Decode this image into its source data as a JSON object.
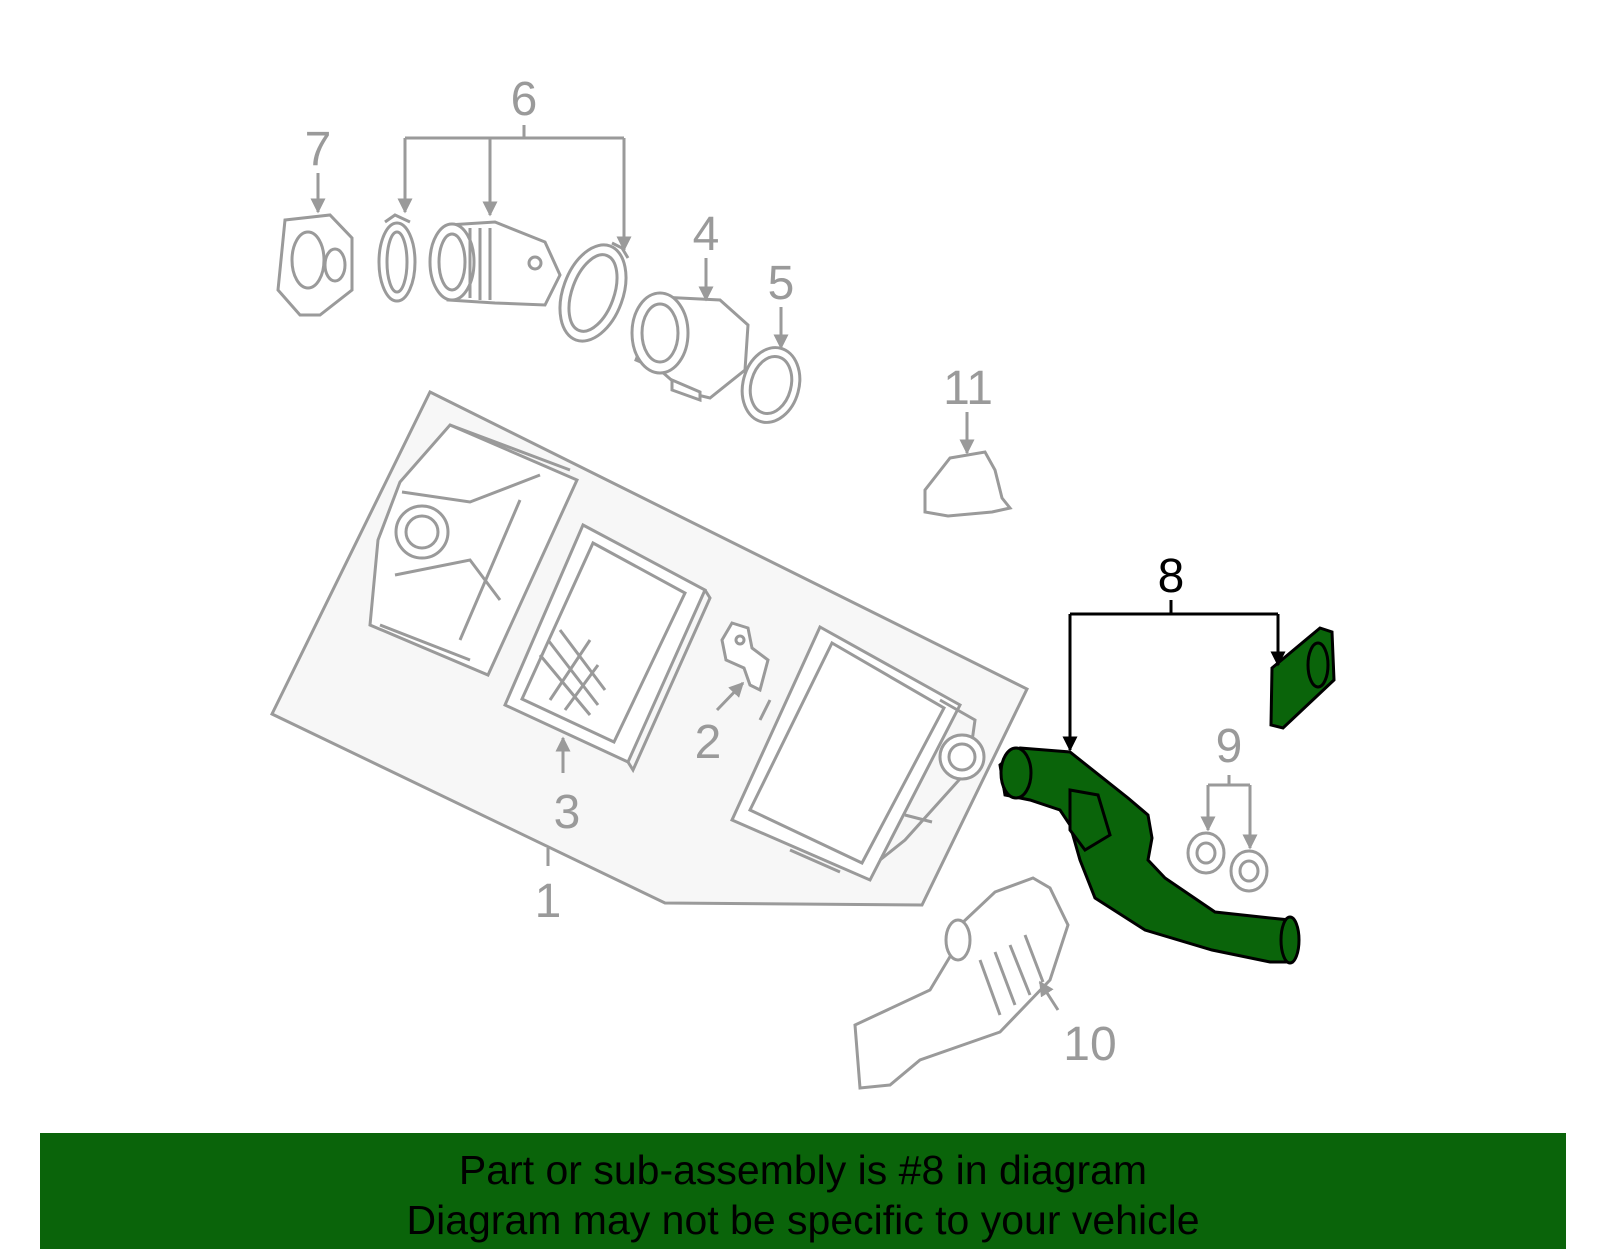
{
  "callouts": {
    "c1": "1",
    "c2": "2",
    "c3": "3",
    "c4": "4",
    "c5": "5",
    "c6": "6",
    "c7": "7",
    "c8": "8",
    "c9": "9",
    "c10": "10",
    "c11": "11"
  },
  "colors": {
    "highlight": "#0a640a",
    "line_grey": "#9a9a9a",
    "assembly_fill": "#f7f7f7"
  },
  "highlighted_part": "8",
  "banner": {
    "line1": "Part or sub-assembly is #8 in diagram",
    "line2": "Diagram may not be specific to your vehicle"
  }
}
